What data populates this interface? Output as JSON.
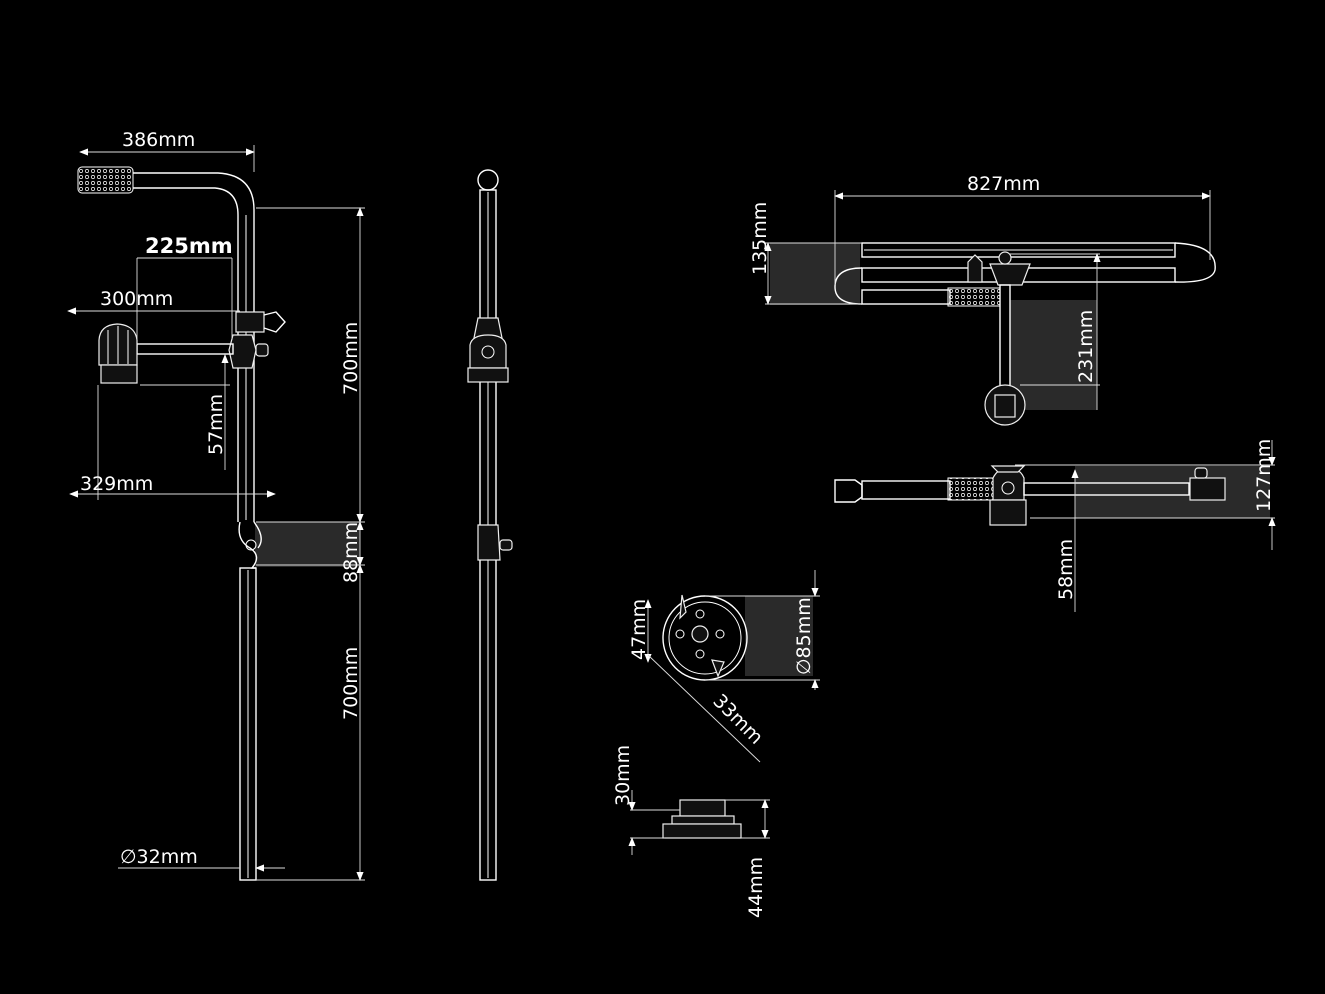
{
  "colors": {
    "background": "#000000",
    "lines": "#ffffff"
  },
  "side_view": {
    "top_arm_width": "386mm",
    "arm_reach": "225mm",
    "clamp_offset": "300mm",
    "arm_drop": "57mm",
    "head_width": "329mm",
    "upper_tube_length": "700mm",
    "knuckle_height": "88mm",
    "lower_tube_length": "700mm",
    "tube_diameter": "∅32mm"
  },
  "top_view": {
    "overall_length": "827mm",
    "depth": "135mm",
    "arm_length": "231mm"
  },
  "front_view": {
    "height": "127mm",
    "offset": "58mm"
  },
  "base_plate": {
    "bolt_offset": "47mm",
    "diameter": "∅85mm",
    "diagonal": "33mm",
    "plate_height": "30mm",
    "total_height": "44mm"
  }
}
